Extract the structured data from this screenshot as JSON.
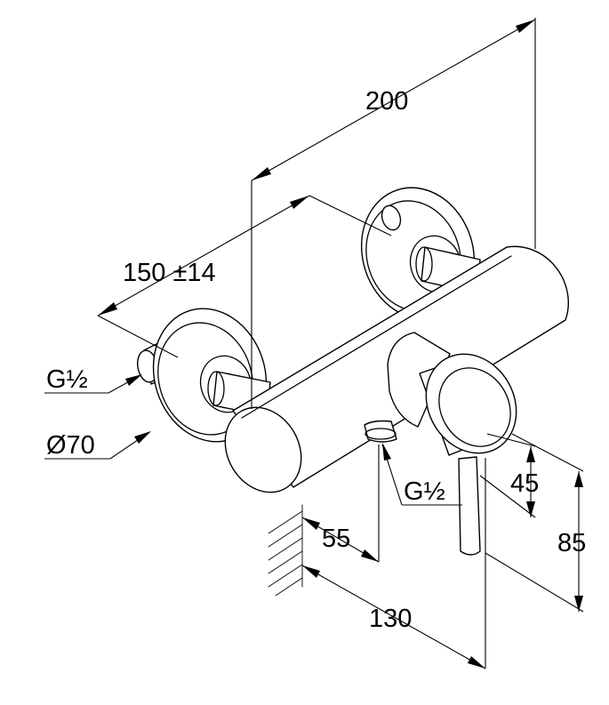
{
  "dimensions": {
    "overall_width": "200",
    "inlet_spacing": "150 ±14",
    "inlet_thread": "G½",
    "flange_diameter": "Ø70",
    "outlet_thread": "G½",
    "outlet_offset": "55",
    "projection": "130",
    "lever_height_upper": "45",
    "lever_height_total": "85"
  },
  "colors": {
    "line": "#000000",
    "background": "#ffffff"
  }
}
